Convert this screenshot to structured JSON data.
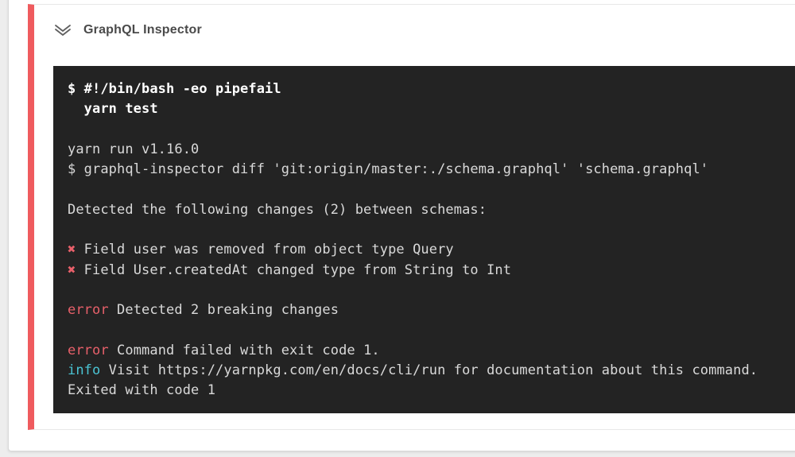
{
  "colors": {
    "accent": "#ef5b5e",
    "error_text": "#e8606a",
    "info_text": "#4ac4d4",
    "terminal_bg": "#232323",
    "terminal_text": "#d9d9d9",
    "command_text": "#ffffff",
    "page_bg": "#ededed"
  },
  "step": {
    "title": "GraphQL Inspector",
    "status": "failed",
    "collapse_icon": "double-chevron-down-icon"
  },
  "terminal": {
    "lines": [
      {
        "parts": [
          {
            "t": "$ #!/bin/bash -eo pipefail",
            "s": "cmd"
          }
        ]
      },
      {
        "parts": [
          {
            "t": "  yarn test",
            "s": "cmd"
          }
        ]
      },
      {
        "parts": []
      },
      {
        "parts": [
          {
            "t": "yarn run v1.16.0",
            "s": "out"
          }
        ]
      },
      {
        "parts": [
          {
            "t": "$ graphql-inspector diff 'git:origin/master:./schema.graphql' 'schema.graphql'",
            "s": "out"
          }
        ]
      },
      {
        "parts": []
      },
      {
        "parts": [
          {
            "t": "Detected the following changes (2) between schemas:",
            "s": "out"
          }
        ]
      },
      {
        "parts": []
      },
      {
        "parts": [
          {
            "t": "✖",
            "s": "err"
          },
          {
            "t": " Field user was removed from object type Query",
            "s": "out"
          }
        ]
      },
      {
        "parts": [
          {
            "t": "✖",
            "s": "err"
          },
          {
            "t": " Field User.createdAt changed type from String to Int",
            "s": "out"
          }
        ]
      },
      {
        "parts": []
      },
      {
        "parts": [
          {
            "t": "error",
            "s": "err"
          },
          {
            "t": " Detected 2 breaking changes",
            "s": "out"
          }
        ]
      },
      {
        "parts": []
      },
      {
        "parts": [
          {
            "t": "error",
            "s": "err"
          },
          {
            "t": " Command failed with exit code 1.",
            "s": "out"
          }
        ]
      },
      {
        "parts": [
          {
            "t": "info",
            "s": "info"
          },
          {
            "t": " Visit https://yarnpkg.com/en/docs/cli/run for documentation about this command.",
            "s": "out"
          }
        ]
      },
      {
        "parts": [
          {
            "t": "Exited with code 1",
            "s": "out"
          }
        ]
      }
    ]
  }
}
